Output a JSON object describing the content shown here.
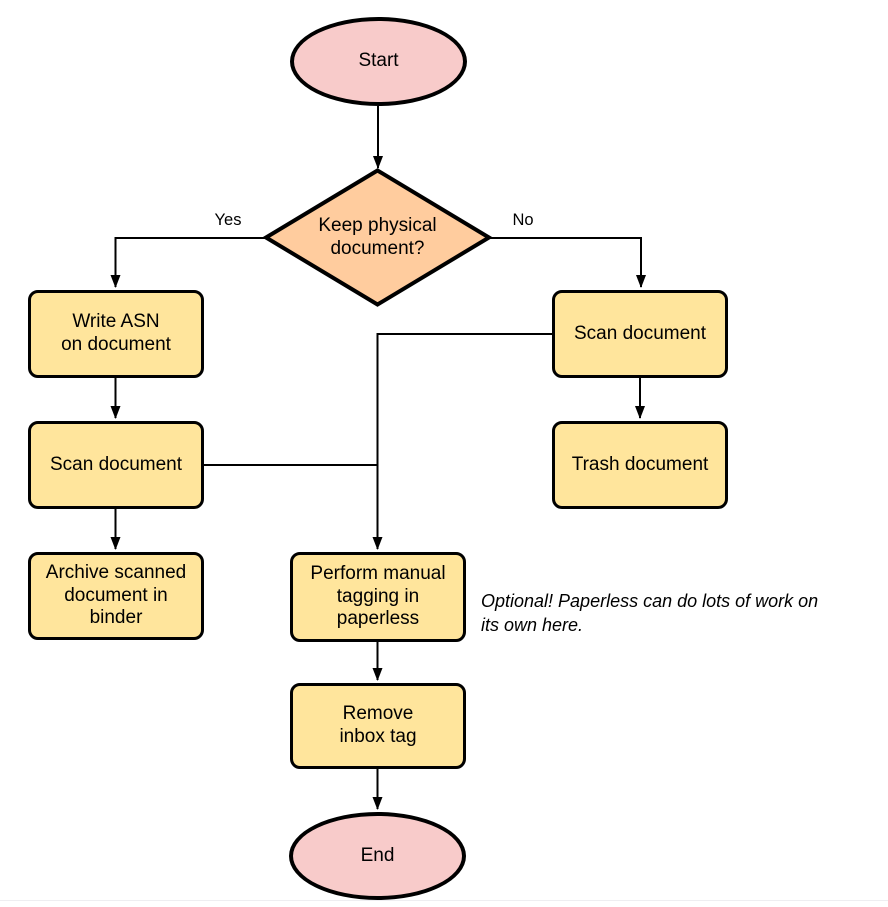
{
  "diagram": {
    "type": "flowchart",
    "nodes": {
      "start": {
        "label": "Start",
        "shape": "terminator",
        "fill": "#f8cbca"
      },
      "decision": {
        "label": "Keep physical\ndocument?",
        "shape": "decision",
        "fill": "#ffcc9e"
      },
      "write_asn": {
        "label": "Write ASN\non document",
        "shape": "process",
        "fill": "#ffe59c"
      },
      "scan_left": {
        "label": "Scan document",
        "shape": "process",
        "fill": "#ffe59c"
      },
      "archive": {
        "label": "Archive scanned\ndocument in\nbinder",
        "shape": "process",
        "fill": "#ffe59c"
      },
      "scan_right": {
        "label": "Scan document",
        "shape": "process",
        "fill": "#ffe59c"
      },
      "trash": {
        "label": "Trash document",
        "shape": "process",
        "fill": "#ffe59c"
      },
      "tagging": {
        "label": "Perform manual\ntagging in\npaperless",
        "shape": "process",
        "fill": "#ffe59c"
      },
      "remove_inbox": {
        "label": "Remove\ninbox tag",
        "shape": "process",
        "fill": "#ffe59c"
      },
      "end": {
        "label": "End",
        "shape": "terminator",
        "fill": "#f8cbca"
      }
    },
    "edge_labels": {
      "yes": "Yes",
      "no": "No"
    },
    "edges": [
      {
        "from": "start",
        "to": "decision"
      },
      {
        "from": "decision",
        "to": "write_asn",
        "label": "Yes"
      },
      {
        "from": "decision",
        "to": "scan_right",
        "label": "No"
      },
      {
        "from": "write_asn",
        "to": "scan_left"
      },
      {
        "from": "scan_left",
        "to": "archive"
      },
      {
        "from": "scan_right",
        "to": "trash"
      },
      {
        "from": "scan_right",
        "to": "tagging"
      },
      {
        "from": "scan_left",
        "to": "tagging"
      },
      {
        "from": "tagging",
        "to": "remove_inbox"
      },
      {
        "from": "remove_inbox",
        "to": "end"
      }
    ],
    "annotation": "Optional! Paperless can do lots of work on\nits own here.",
    "colors": {
      "terminator_fill": "#f8cbca",
      "decision_fill": "#ffcc9e",
      "process_fill": "#ffe59c",
      "stroke": "#000000",
      "background": "#ffffff",
      "bottom_divider": "#eeeef1"
    }
  }
}
